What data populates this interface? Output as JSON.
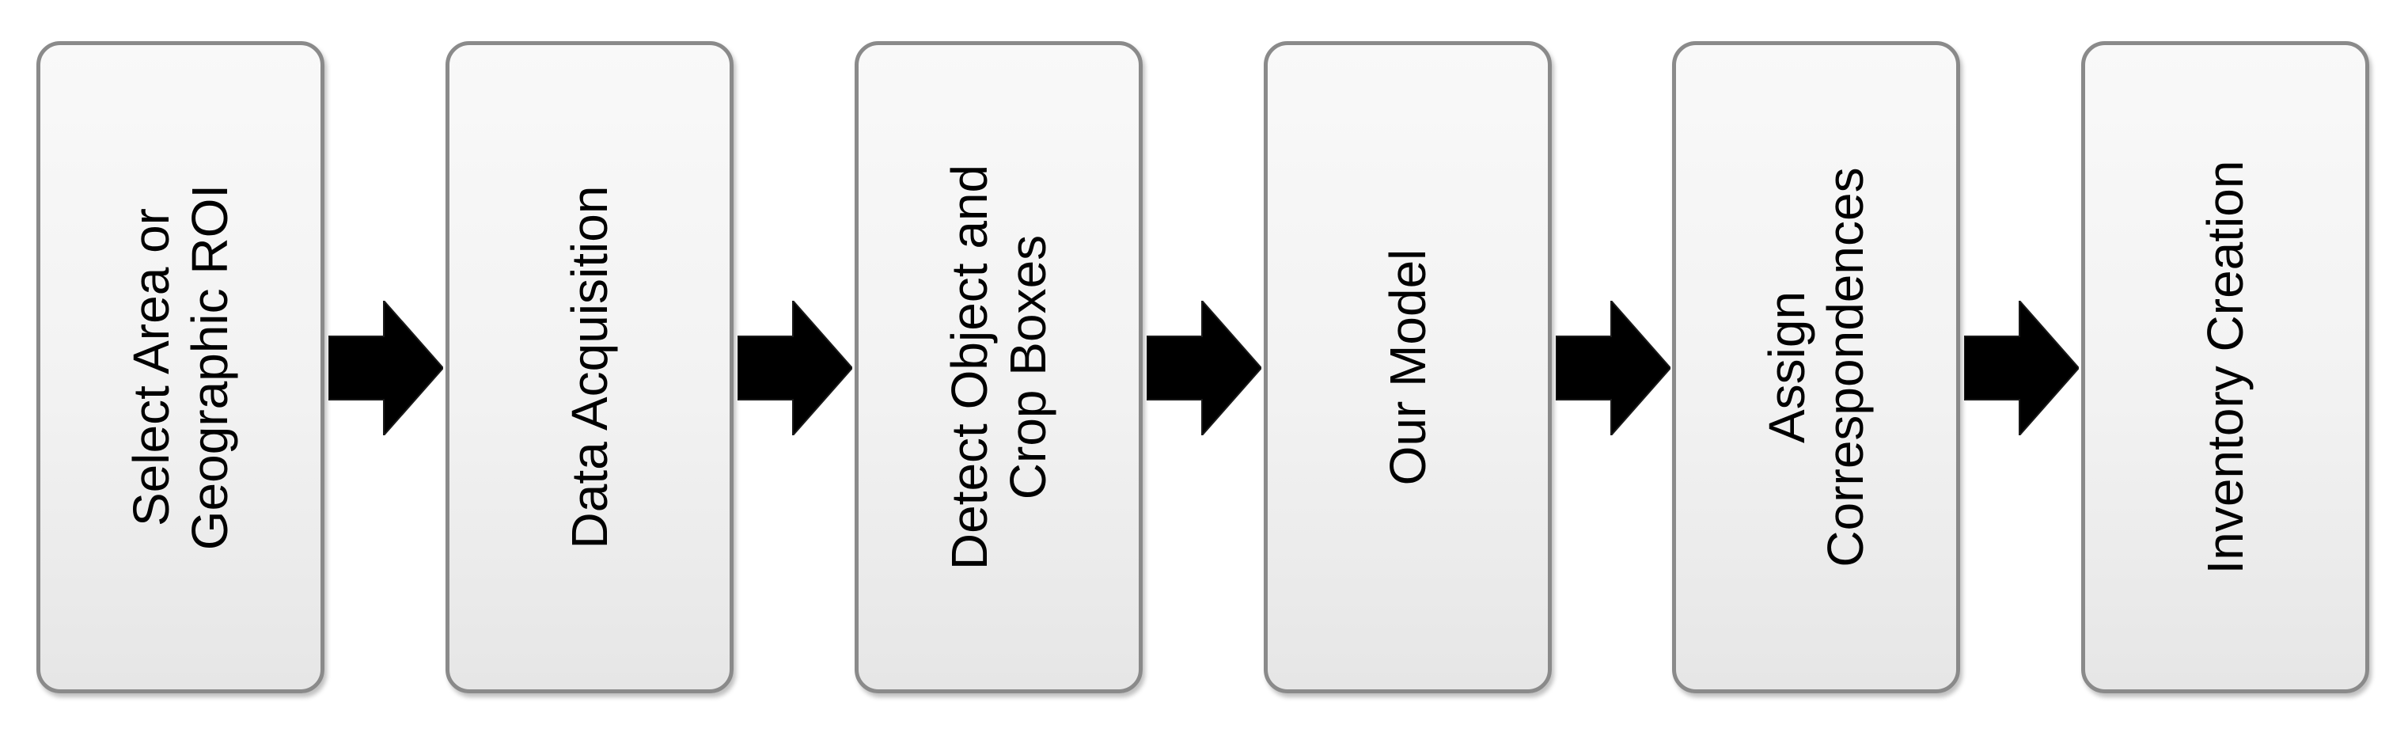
{
  "flow": {
    "steps": [
      {
        "label": "Select Area or\nGeographic ROI"
      },
      {
        "label": "Data Acquisition"
      },
      {
        "label": "Detect Object and\nCrop Boxes"
      },
      {
        "label": "Our Model"
      },
      {
        "label": "Assign\nCorrespondences"
      },
      {
        "label": "Inventory Creation"
      }
    ],
    "connector_icon": "right-arrow-icon",
    "colors": {
      "box_border": "#8a8a8a",
      "box_fill": "#f2f2f2",
      "arrow": "#000000",
      "text": "#000000"
    }
  }
}
